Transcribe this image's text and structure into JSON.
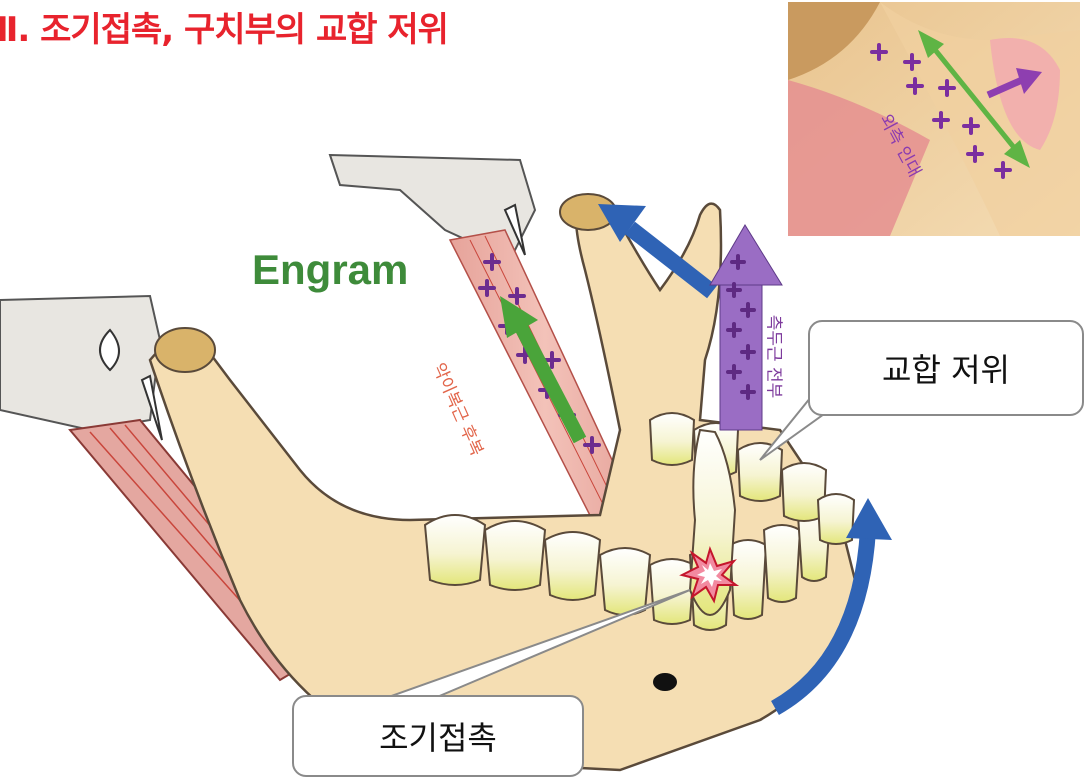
{
  "title": "Ⅱ. 조기접촉, 구치부의 교합 저위",
  "engram_label": "Engram",
  "callouts": {
    "occlusal_low": "교합 저위",
    "premature_contact": "조기접촉"
  },
  "muscle_labels": {
    "digastric_posterior": "악이복근 후복",
    "temporalis": "측두근 전부",
    "lateral_ligament": "외측 인대"
  },
  "colors": {
    "title": "#e8232d",
    "engram": "#3e8b3a",
    "blue_arrow": "#2f63b5",
    "green_arrow": "#4aa43a",
    "purple_arrow": "#8f5bb5"
  }
}
